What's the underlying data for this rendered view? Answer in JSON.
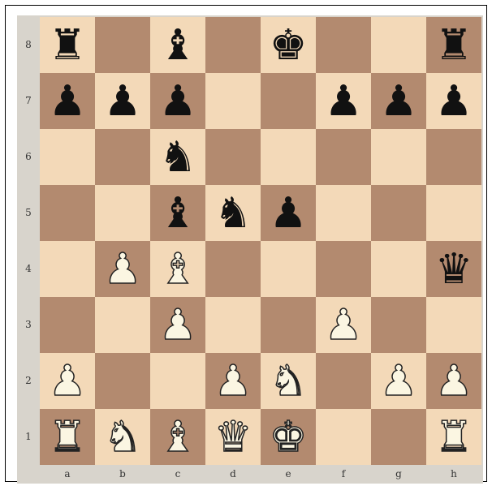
{
  "board": {
    "ranks": [
      "8",
      "7",
      "6",
      "5",
      "4",
      "3",
      "2",
      "1"
    ],
    "files": [
      "a",
      "b",
      "c",
      "d",
      "e",
      "f",
      "g",
      "h"
    ],
    "colors": {
      "light_square": "#f3d9b8",
      "dark_square": "#b38a6f",
      "border": "#000000"
    },
    "position": [
      [
        "r",
        "",
        "b",
        "",
        "k",
        "",
        "",
        "r"
      ],
      [
        "p",
        "p",
        "p",
        "",
        "",
        "p",
        "p",
        "p"
      ],
      [
        "",
        "",
        "n",
        "",
        "",
        "",
        "",
        ""
      ],
      [
        "",
        "",
        "b",
        "n",
        "p",
        "",
        "",
        ""
      ],
      [
        "",
        "P",
        "B",
        "",
        "",
        "",
        "",
        "q"
      ],
      [
        "",
        "",
        "P",
        "",
        "",
        "P",
        "",
        ""
      ],
      [
        "P",
        "",
        "",
        "P",
        "N",
        "",
        "P",
        "P"
      ],
      [
        "R",
        "N",
        "B",
        "Q",
        "K",
        "",
        "",
        "R"
      ]
    ],
    "piece_names": {
      "K": "white-king-icon",
      "Q": "white-queen-icon",
      "R": "white-rook-icon",
      "B": "white-bishop-icon",
      "N": "white-knight-icon",
      "P": "white-pawn-icon",
      "k": "black-king-icon",
      "q": "black-queen-icon",
      "r": "black-rook-icon",
      "b": "black-bishop-icon",
      "n": "black-knight-icon",
      "p": "black-pawn-icon"
    }
  }
}
